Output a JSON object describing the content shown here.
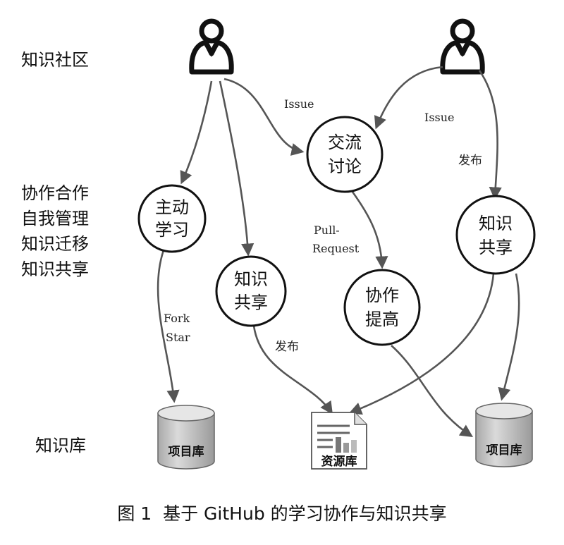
{
  "row_labels": {
    "community": "知识社区",
    "activities": [
      "协作合作",
      "自我管理",
      "知识迁移",
      "知识共享"
    ],
    "library": "知识库"
  },
  "nodes": {
    "active_learning": [
      "主动",
      "学习"
    ],
    "knowledge_share_left": [
      "知识",
      "共享"
    ],
    "discussion": [
      "交流",
      "讨论"
    ],
    "collab_improve": [
      "协作",
      "提高"
    ],
    "knowledge_share_right": [
      "知识",
      "共享"
    ]
  },
  "edge_labels": {
    "issue_left": "Issue",
    "issue_right": "Issue",
    "publish_right": "发布",
    "pull_request": [
      "Pull-",
      "Request"
    ],
    "fork_star": [
      "Fork",
      "Star"
    ],
    "publish_left": "发布"
  },
  "stores": {
    "project_repo_left": "项目库",
    "resource_repo": "资源库",
    "project_repo_right": "项目库"
  },
  "caption": "图 1  基于 GitHub 的学习协作与知识共享",
  "colors": {
    "edge": "#555555",
    "cylinder_fill": "#c9c9c9",
    "cylinder_top": "#e2e2e2",
    "node_stroke": "#111111"
  }
}
